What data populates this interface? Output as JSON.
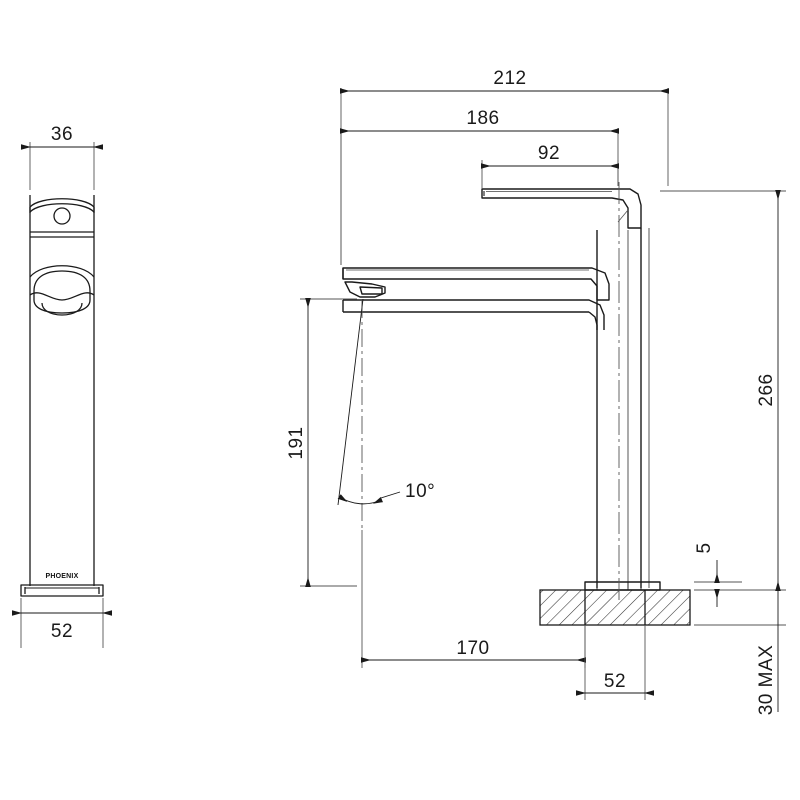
{
  "drawing": {
    "type": "engineering-dimension-drawing",
    "subject": "Vessel basin mixer tap (tall basin mixer)",
    "brand_mark": "PHOENIX",
    "units": "mm",
    "views": [
      {
        "name": "front-elevation",
        "position": "left"
      },
      {
        "name": "side-elevation",
        "position": "right"
      }
    ]
  },
  "dimensions": {
    "front_width_top": "36",
    "front_base_width": "52",
    "overall_reach": "212",
    "spout_reach": "186",
    "handle_reach": "92",
    "overall_height": "266",
    "spout_height": "191",
    "handle_angle": "10°",
    "base_plate_thickness": "5",
    "setback": "170",
    "base_diameter": "52",
    "bench_thickness": "30 MAX"
  },
  "labels": {
    "d_36": "36",
    "d_52_left": "52",
    "d_212": "212",
    "d_186": "186",
    "d_92": "92",
    "d_266": "266",
    "d_191": "191",
    "d_10deg": "10°",
    "d_5": "5",
    "d_170": "170",
    "d_52_bottom": "52",
    "d_30max": "30 MAX"
  },
  "colors": {
    "line": "#1a1a1a",
    "thin_line": "#555555",
    "background": "#ffffff",
    "hatch": "#333333"
  }
}
